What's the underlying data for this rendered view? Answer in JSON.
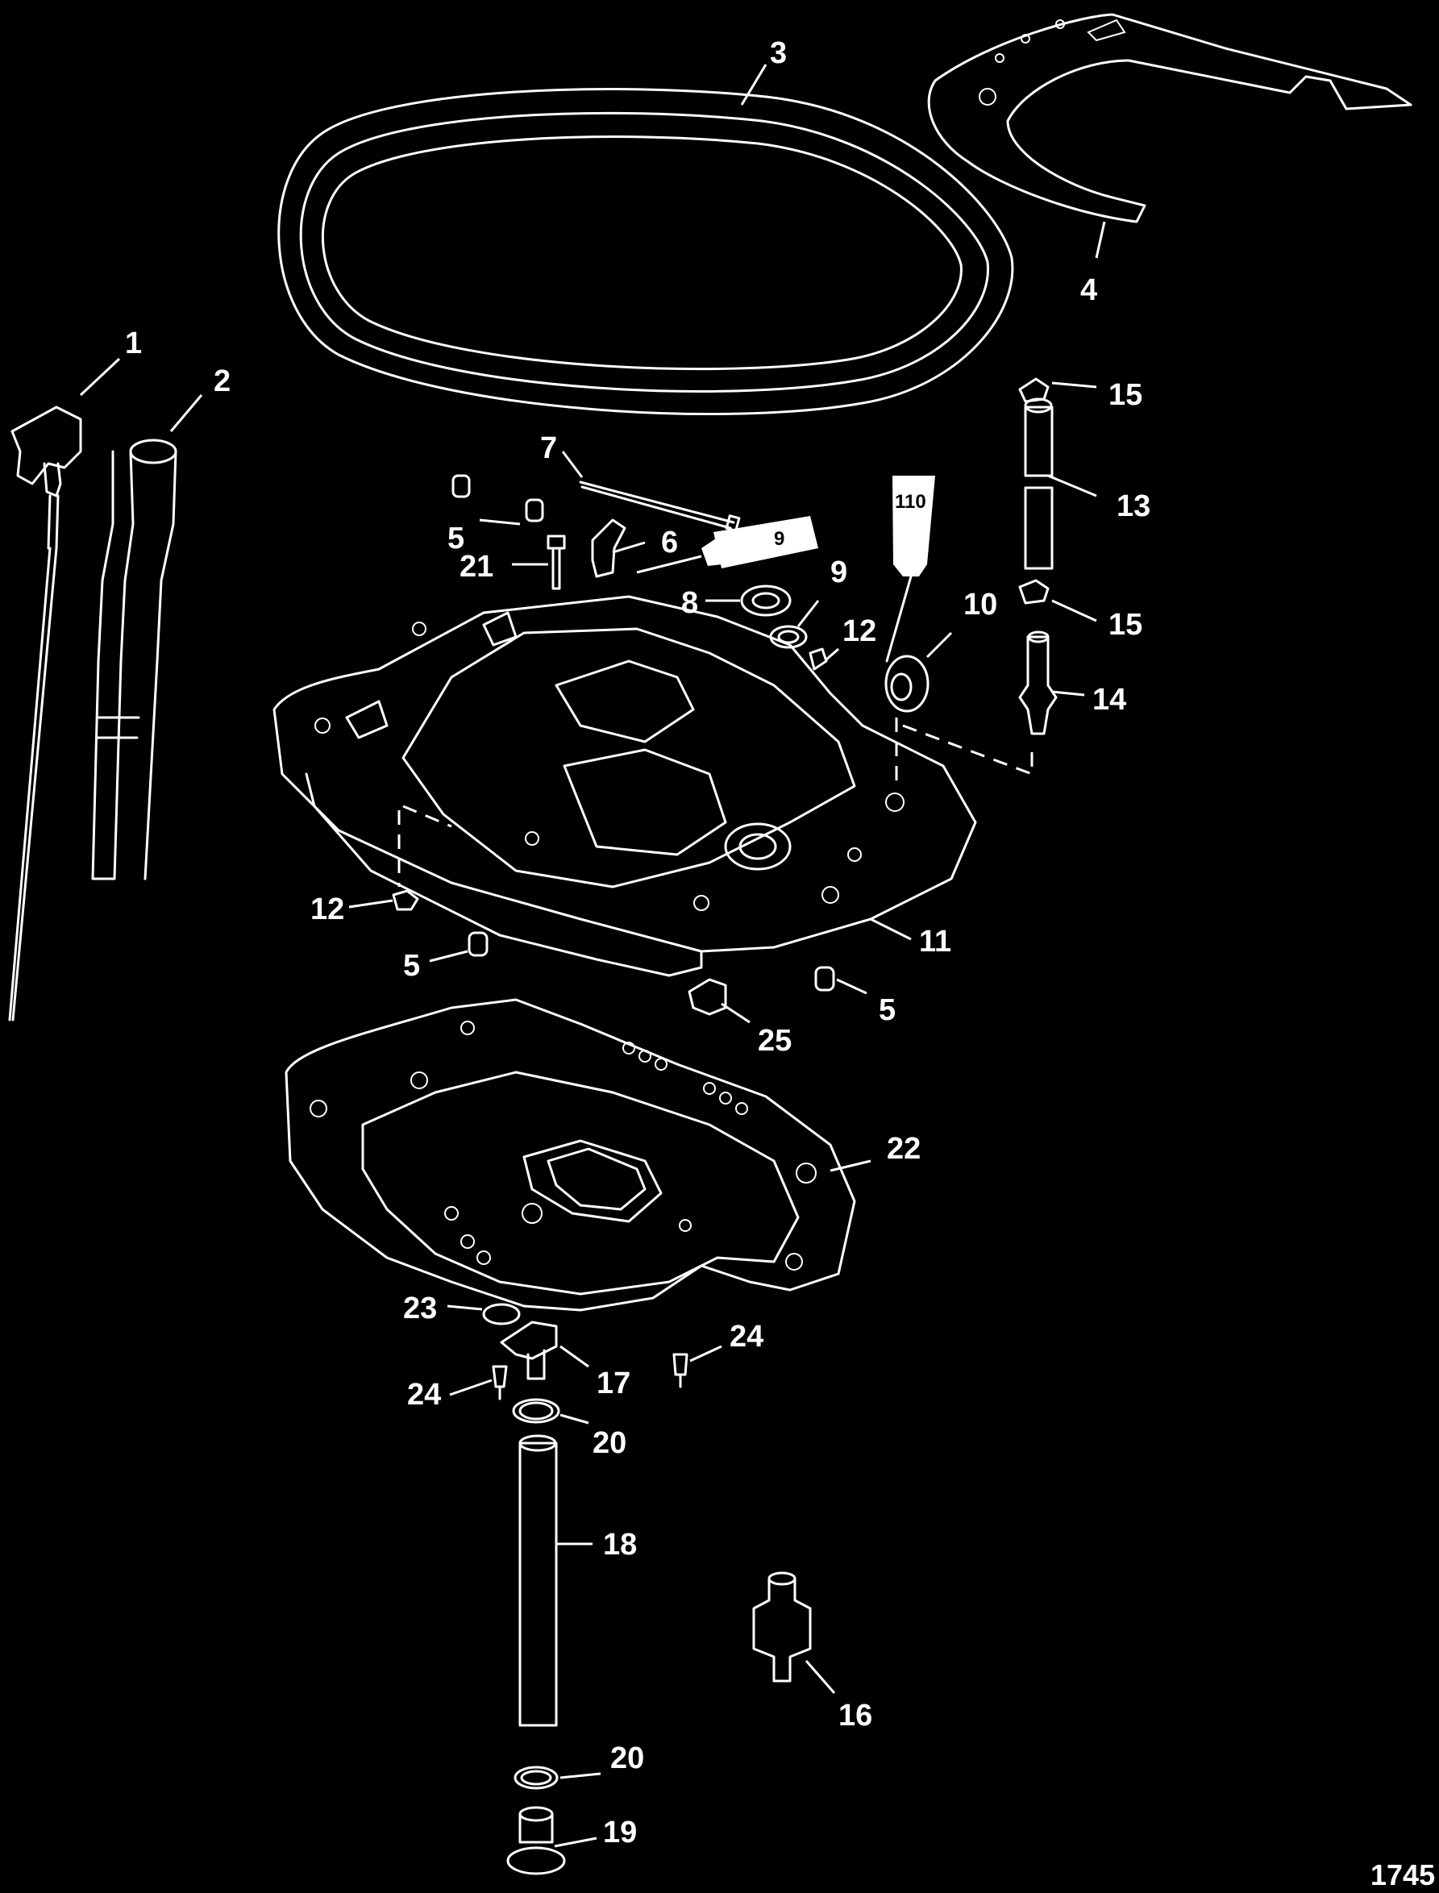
{
  "figure_id": "1745",
  "tube_labels": {
    "tube_9": "9",
    "tube_110": "110"
  },
  "callouts": [
    {
      "id": "c1",
      "label": "1"
    },
    {
      "id": "c2",
      "label": "2"
    },
    {
      "id": "c3",
      "label": "3"
    },
    {
      "id": "c4",
      "label": "4"
    },
    {
      "id": "c5a",
      "label": "5"
    },
    {
      "id": "c5b",
      "label": "5"
    },
    {
      "id": "c5c",
      "label": "5"
    },
    {
      "id": "c6",
      "label": "6"
    },
    {
      "id": "c7",
      "label": "7"
    },
    {
      "id": "c8",
      "label": "8"
    },
    {
      "id": "c9",
      "label": "9"
    },
    {
      "id": "c10",
      "label": "10"
    },
    {
      "id": "c11",
      "label": "11"
    },
    {
      "id": "c12a",
      "label": "12"
    },
    {
      "id": "c12b",
      "label": "12"
    },
    {
      "id": "c13",
      "label": "13"
    },
    {
      "id": "c14",
      "label": "14"
    },
    {
      "id": "c15a",
      "label": "15"
    },
    {
      "id": "c15b",
      "label": "15"
    },
    {
      "id": "c16",
      "label": "16"
    },
    {
      "id": "c17",
      "label": "17"
    },
    {
      "id": "c18",
      "label": "18"
    },
    {
      "id": "c19",
      "label": "19"
    },
    {
      "id": "c20a",
      "label": "20"
    },
    {
      "id": "c20b",
      "label": "20"
    },
    {
      "id": "c21",
      "label": "21"
    },
    {
      "id": "c22",
      "label": "22"
    },
    {
      "id": "c23",
      "label": "23"
    },
    {
      "id": "c24a",
      "label": "24"
    },
    {
      "id": "c24b",
      "label": "24"
    },
    {
      "id": "c25",
      "label": "25"
    }
  ]
}
